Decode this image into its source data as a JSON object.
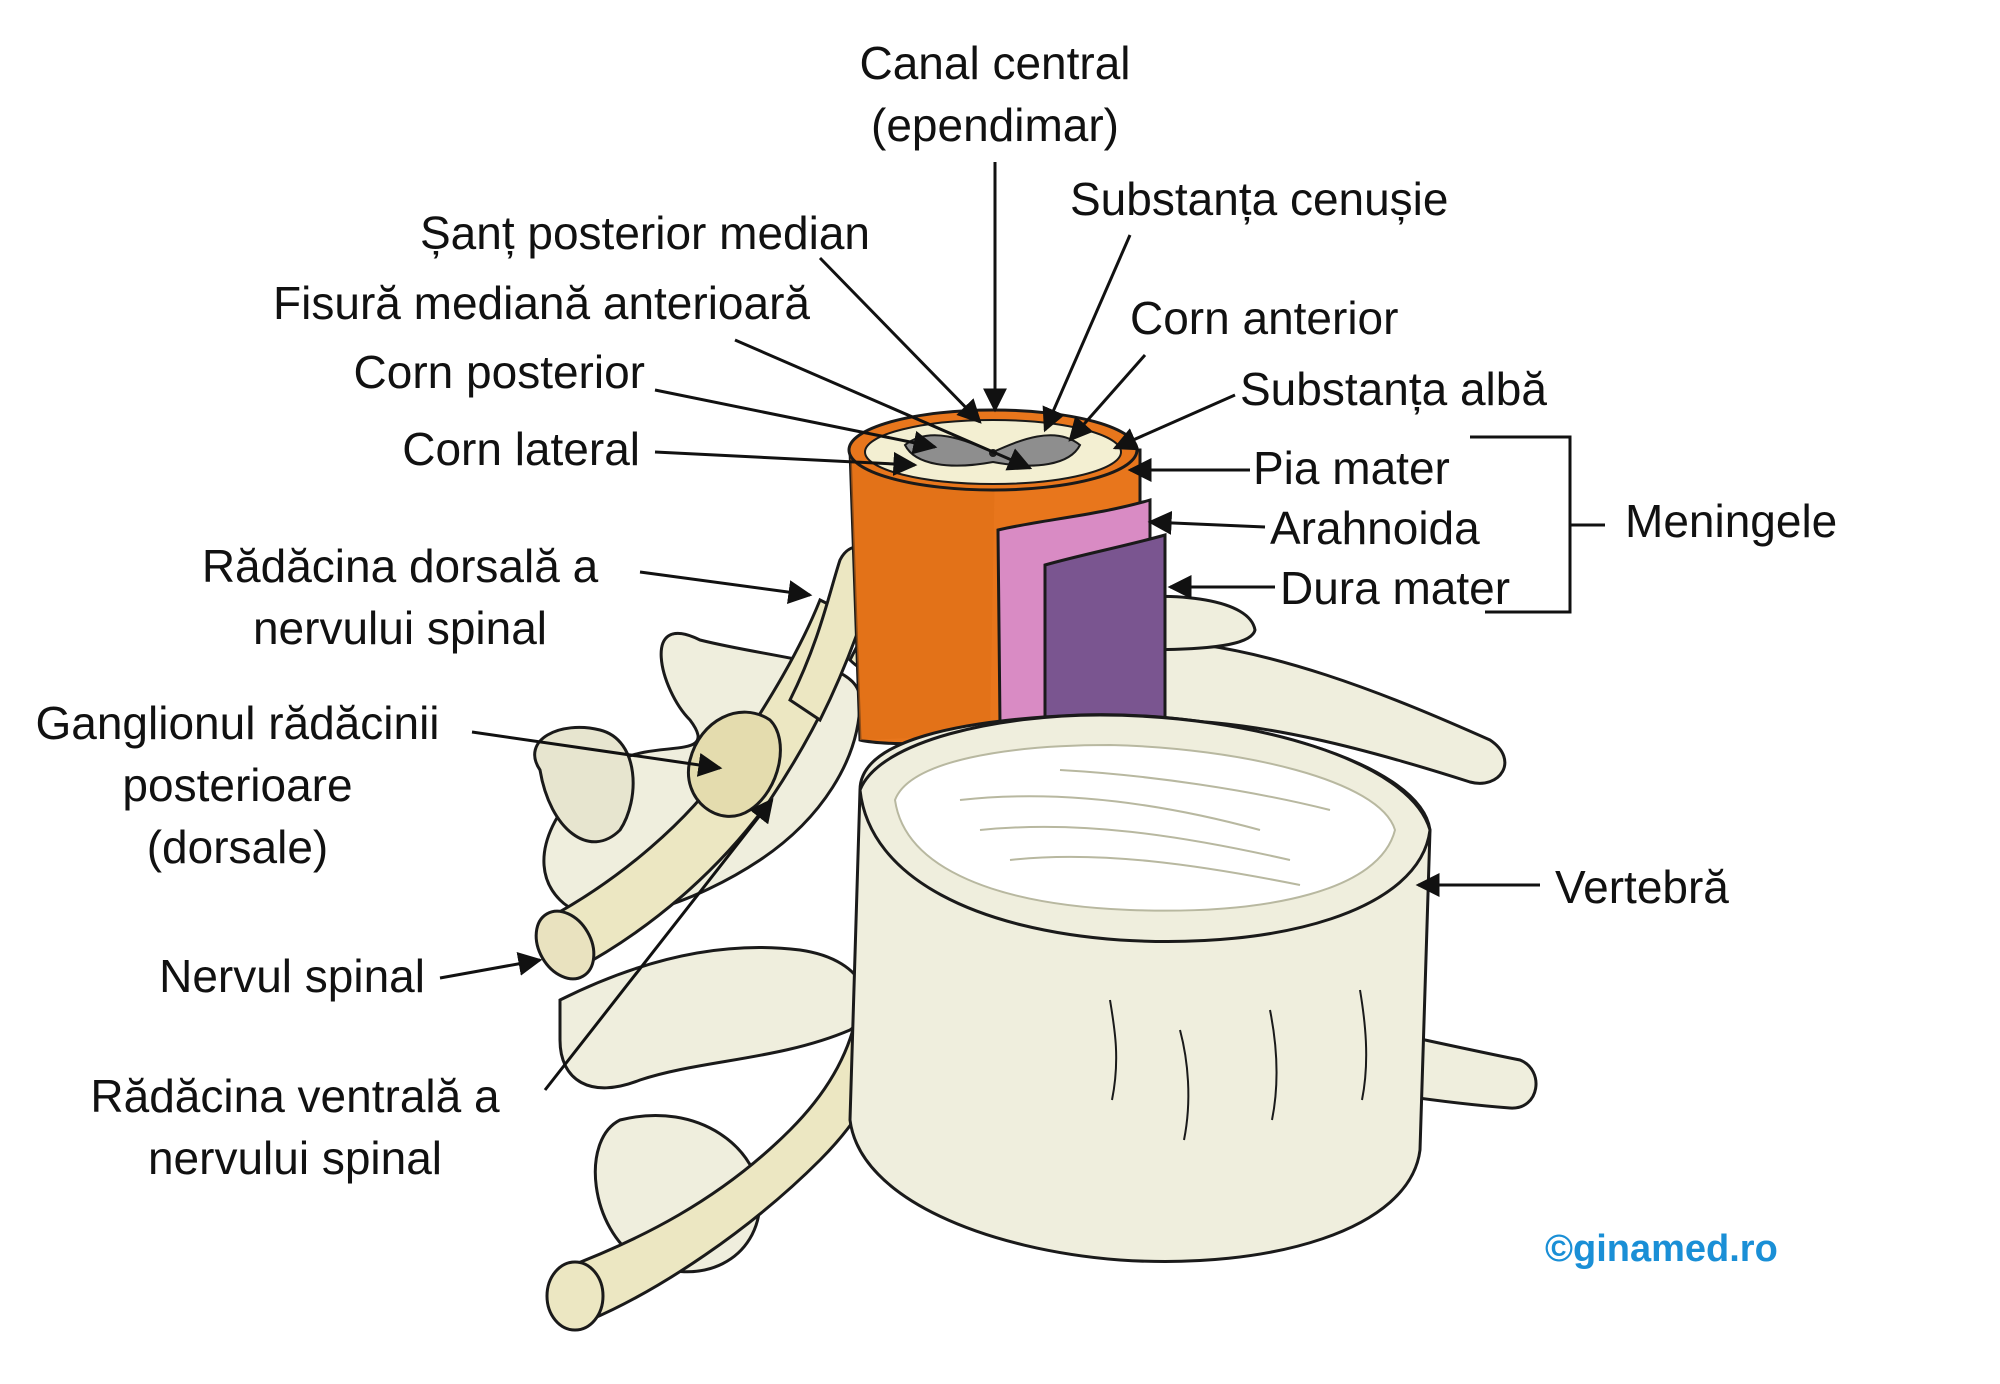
{
  "labels": {
    "canal_central": [
      "Canal central",
      "(ependimar)"
    ],
    "sant_posterior": "Șanț posterior median",
    "fisura_mediana": "Fisură mediană anterioară",
    "corn_posterior": "Corn posterior",
    "corn_lateral": "Corn lateral",
    "radacina_dorsala": [
      "Rădăcina dorsală a",
      "nervului spinal"
    ],
    "ganglionul": [
      "Ganglionul rădăcinii",
      "posterioare",
      "(dorsale)"
    ],
    "nervul_spinal": "Nervul spinal",
    "radacina_ventrala": [
      "Rădăcina ventrală a",
      "nervului spinal"
    ],
    "substanta_cenusie": "Substanța cenușie",
    "corn_anterior": "Corn anterior",
    "substanta_alba": "Substanța albă",
    "pia_mater": "Pia mater",
    "arahnoida": "Arahnoida",
    "dura_mater": "Dura mater",
    "meningele": "Meningele",
    "vertebra": "Vertebră"
  },
  "copyright": "©ginamed.ro",
  "colors": {
    "bone": "#efeedd",
    "disc": "#ffffff",
    "cord": "#e8761c",
    "pia": "#d98bc4",
    "dura": "#7a5590",
    "gray_matter": "#8e8e8e",
    "white_matter": "#f3efd2",
    "nerve": "#ece7c2",
    "outline": "#1a1a1a",
    "link": "#1a8fd6"
  }
}
